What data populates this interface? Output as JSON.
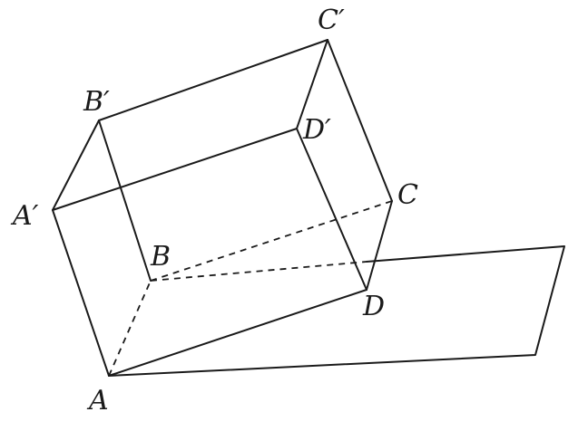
{
  "vertices": {
    "A": "A",
    "B": "B",
    "C": "C",
    "D": "D",
    "A_prime": "A′",
    "B_prime": "B′",
    "C_prime": "C′",
    "D_prime": "D′"
  }
}
